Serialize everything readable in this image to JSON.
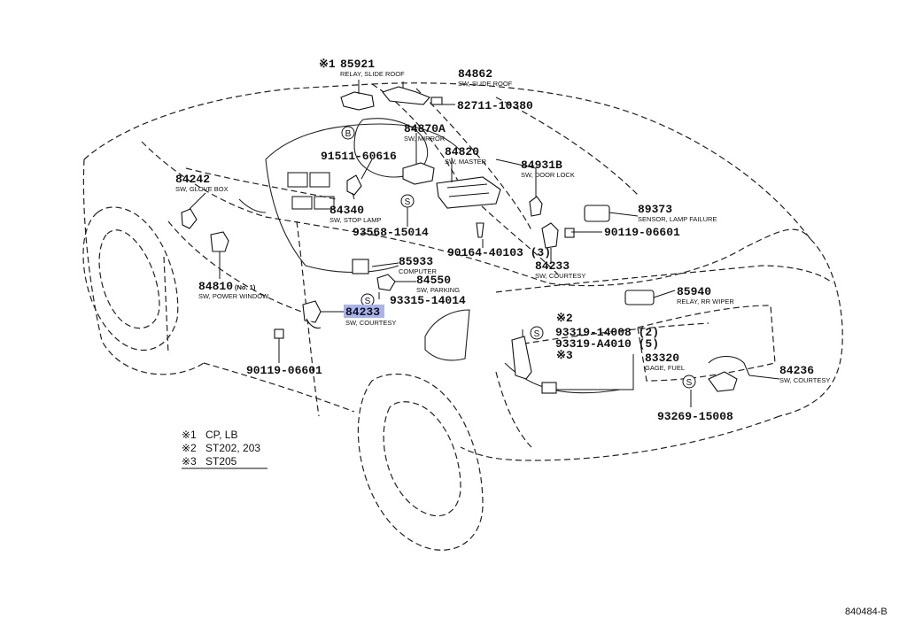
{
  "callouts": [
    {
      "id": "85921",
      "mark": "※1",
      "desc": "RELAY, SLIDE ROOF"
    },
    {
      "id": "84862",
      "desc": "SW, SLIDE ROOF"
    },
    {
      "id": "82711-10380"
    },
    {
      "id": "84870A",
      "desc": "SW, MIRROR"
    },
    {
      "id": "91511-60616"
    },
    {
      "id": "84820",
      "desc": "SW, MASTER"
    },
    {
      "id": "84931B",
      "desc": "SW, DOOR LOCK"
    },
    {
      "id": "84242",
      "desc": "SW, GLOVE BOX"
    },
    {
      "id": "84340",
      "desc": "SW, STOP LAMP"
    },
    {
      "id": "89373",
      "desc": "SENSOR, LAMP FAILURE"
    },
    {
      "id": "93568-15014"
    },
    {
      "id": "90119-06601"
    },
    {
      "id": "90164-40103 (3)"
    },
    {
      "id": "85933",
      "desc": "COMPUTER"
    },
    {
      "id": "84550",
      "desc": "SW, PARKING"
    },
    {
      "id": "84233",
      "desc": "SW, COURTESY"
    },
    {
      "id": "84810",
      "qualifier": "(No. 1)",
      "desc": "SW, POWER WINDOW"
    },
    {
      "id": "93315-14014"
    },
    {
      "id": "85940",
      "desc": "RELAY, RR WIPER"
    },
    {
      "id": "84233",
      "desc": "SW, COURTESY",
      "highlighted": true
    },
    {
      "id": "93319-14008 (2)"
    },
    {
      "id": "93319-A4010 (5)"
    },
    {
      "id": "83320",
      "desc": "GAGE, FUEL"
    },
    {
      "id": "84236",
      "desc": "SW, COURTESY"
    },
    {
      "id": "90119-06601"
    },
    {
      "id": "93269-15008"
    }
  ],
  "marks": {
    "m2": "※2",
    "m3": "※3"
  },
  "symbols": {
    "b": "B",
    "s": "S"
  },
  "legend": [
    {
      "mark": "※1",
      "text": "CP, LB"
    },
    {
      "mark": "※2",
      "text": "ST202, 203"
    },
    {
      "mark": "※3",
      "text": "ST205"
    }
  ],
  "diagram_code": "840484-B",
  "colors": {
    "highlight": "#a9b4ee",
    "ink": "#111111"
  }
}
